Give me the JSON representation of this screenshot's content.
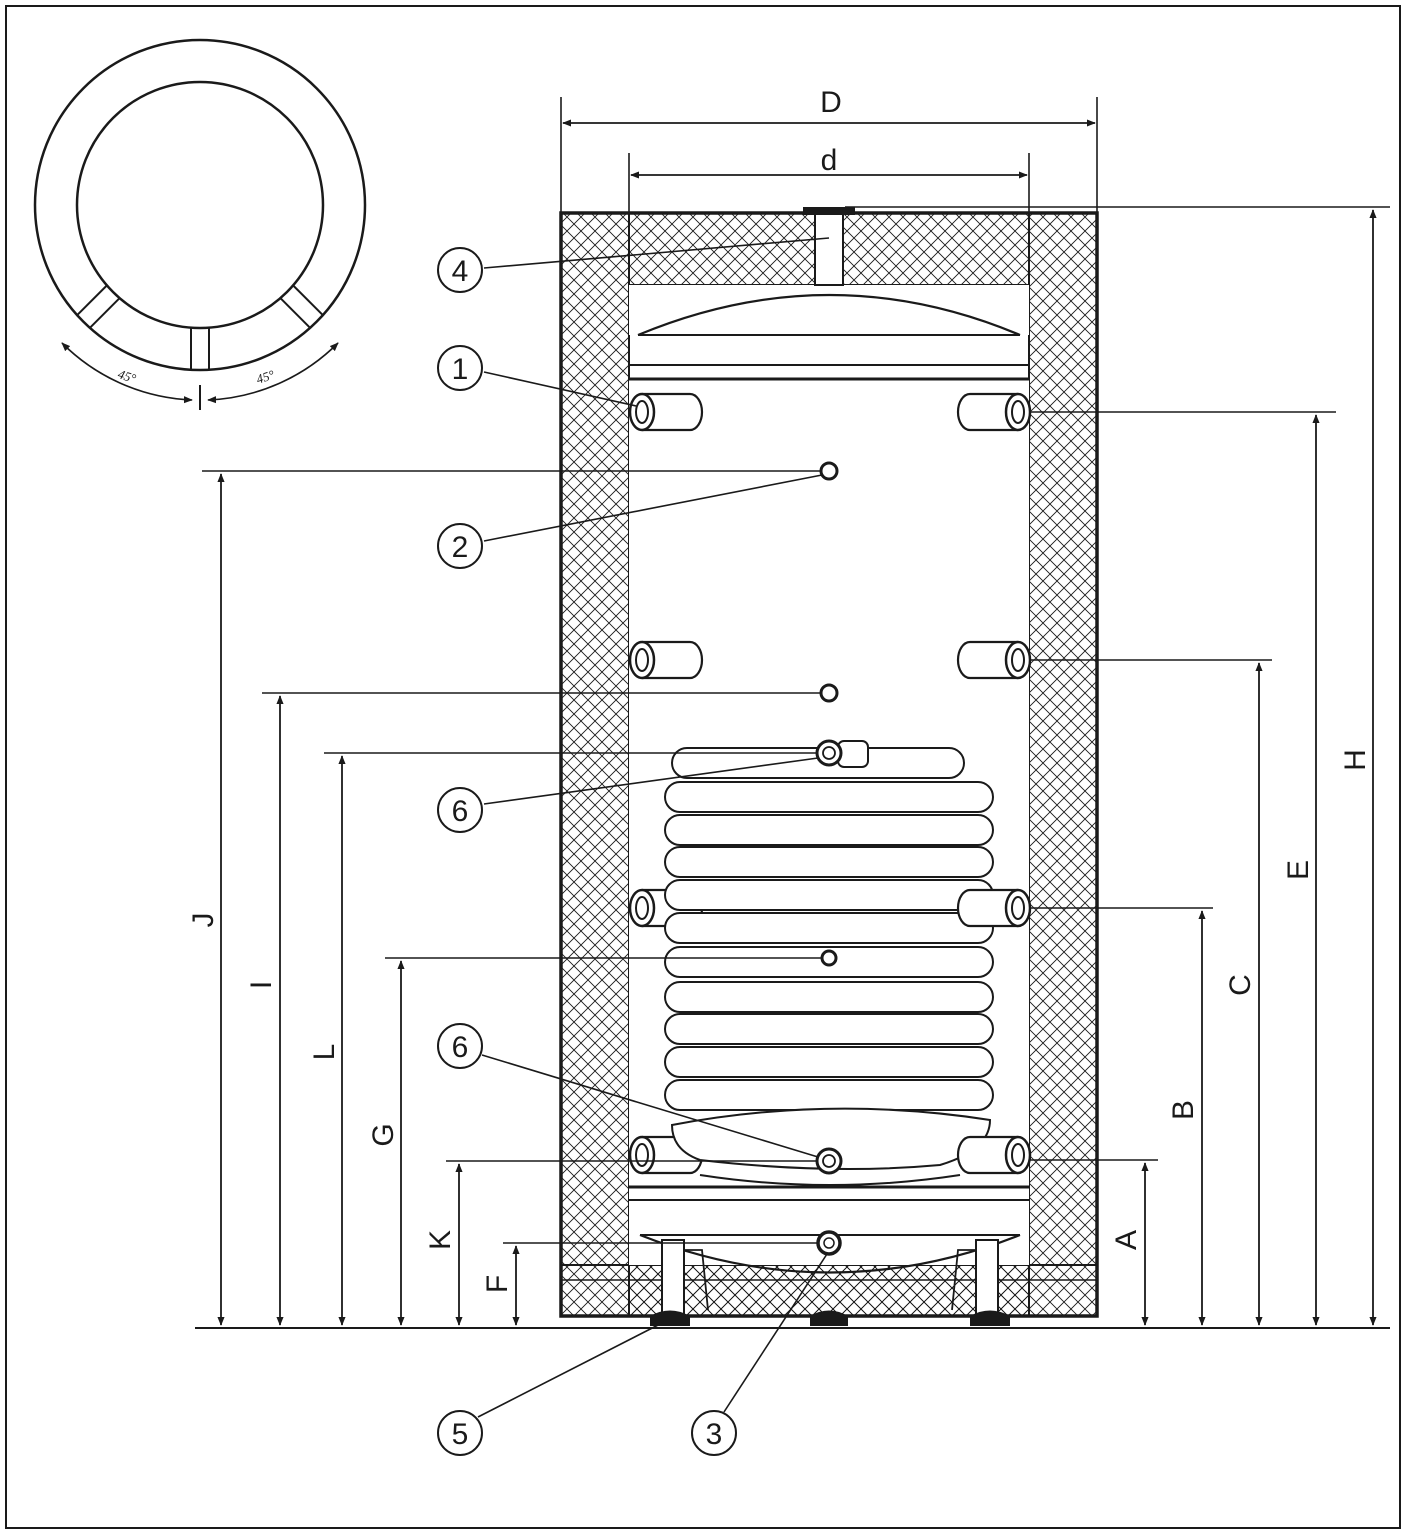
{
  "plan_view": {
    "angle_left": "45°",
    "angle_right": "45°"
  },
  "dimensions": {
    "D": "D",
    "d": "d",
    "H": "H",
    "E": "E",
    "C": "C",
    "B": "B",
    "A": "A",
    "J": "J",
    "I": "I",
    "L": "L",
    "G": "G",
    "K": "K",
    "F": "F"
  },
  "callouts": {
    "c1": "1",
    "c2": "2",
    "c3": "3",
    "c4": "4",
    "c5": "5",
    "c6a": "6",
    "c6b": "6"
  },
  "colors": {
    "line": "#1a1a1a",
    "background": "#ffffff"
  }
}
